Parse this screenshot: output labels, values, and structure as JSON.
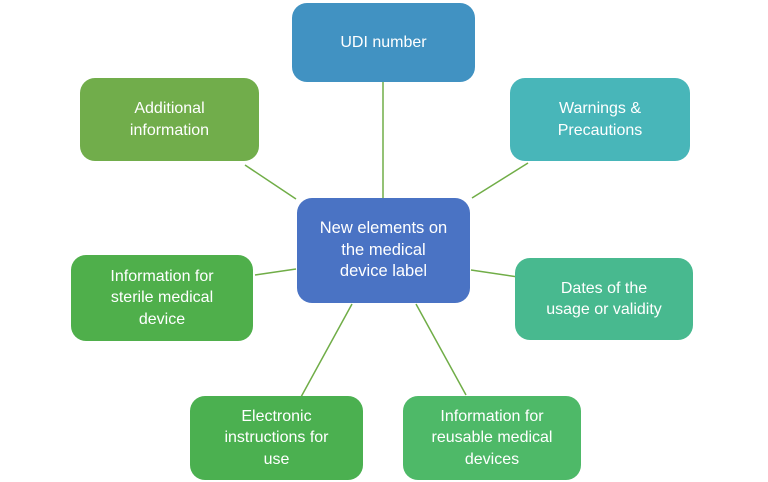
{
  "diagram": {
    "background": "#ffffff",
    "connector_color": "#70ad47",
    "center_node": {
      "label": "New elements on\nthe medical\ndevice label",
      "color": "#4a73c4"
    },
    "nodes": [
      {
        "id": "udi-number",
        "label": "UDI number",
        "color": "#4192c2"
      },
      {
        "id": "warnings-precautions",
        "label": "Warnings &\nPrecautions",
        "color": "#48b6b9"
      },
      {
        "id": "dates-usage-validity",
        "label": "Dates of the\nusage or validity",
        "color": "#48b98f"
      },
      {
        "id": "reusable-medical-devices",
        "label": "Information for\nreusable medical\ndevices",
        "color": "#4eb968"
      },
      {
        "id": "electronic-instructions",
        "label": "Electronic\ninstructions for\nuse",
        "color": "#4bb050"
      },
      {
        "id": "sterile-medical-device",
        "label": "Information for\nsterile medical\ndevice",
        "color": "#4faf4b"
      },
      {
        "id": "additional-information",
        "label": "Additional\ninformation",
        "color": "#71ad4b"
      }
    ]
  }
}
